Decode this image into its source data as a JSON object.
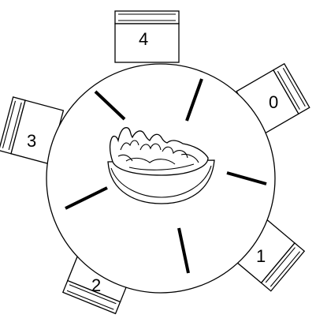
{
  "figure": {
    "seats": [
      {
        "label": "0"
      },
      {
        "label": "1"
      },
      {
        "label": "2"
      },
      {
        "label": "3"
      },
      {
        "label": "4"
      }
    ],
    "chopstick_count": 5,
    "colors": {
      "line": "#000000",
      "background": "#ffffff"
    }
  }
}
